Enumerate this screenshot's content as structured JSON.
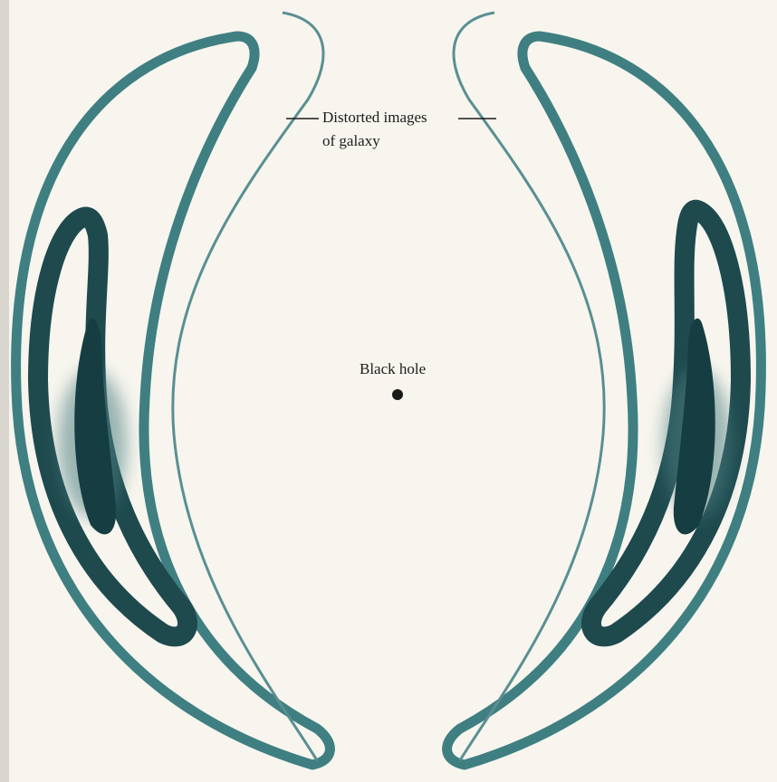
{
  "labels": {
    "distorted_images_line1": "Distorted images",
    "distorted_images_line2": "of galaxy",
    "black_hole": "Black hole"
  },
  "colors": {
    "background": "#f7f5ee",
    "ring_outline": "#3f7f82",
    "galaxy_core": "#163e42",
    "black_hole": "#1a1a1a",
    "text": "#1c1c1c"
  }
}
